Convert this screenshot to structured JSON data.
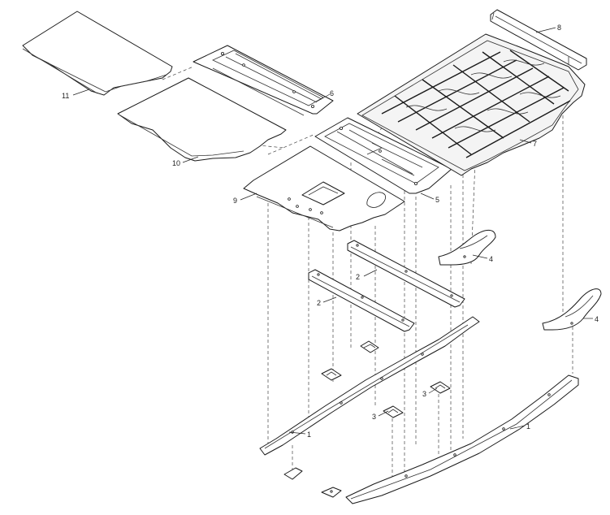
{
  "callouts": {
    "c1a": "1",
    "c1b": "1",
    "c2a": "2",
    "c2b": "2",
    "c3a": "3",
    "c3b": "3",
    "c4a": "4",
    "c4b": "4",
    "c5": "5",
    "c6": "6",
    "c7": "7",
    "c8": "8",
    "c9": "9",
    "c10": "10",
    "c11": "11"
  },
  "colors": {
    "line": "#1a1a1a",
    "background": "#ffffff"
  }
}
